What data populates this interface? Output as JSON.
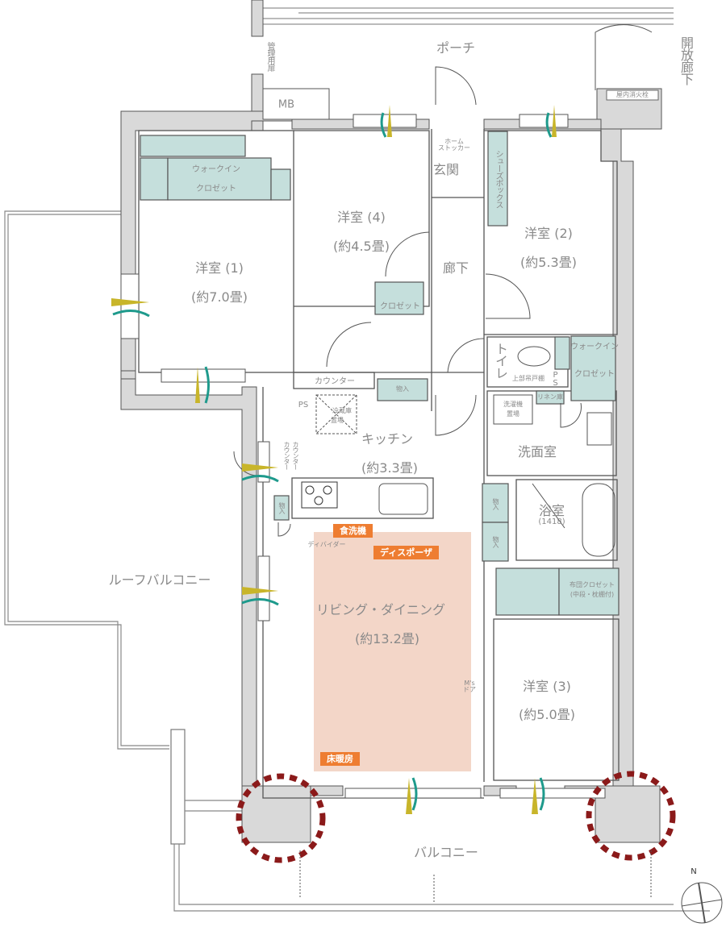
{
  "colors": {
    "wall_fill": "#d9d9d9",
    "wall_line": "#555555",
    "storage_fill": "#c5dfdc",
    "floor_heating": "#f3d6c8",
    "equipment_tag": "#ee7d31",
    "highlight_circle": "#8b1a1a",
    "light_arrow": "#c8b52a",
    "wind_arrow": "#1e9a8c",
    "label_text": "#8a8a8a"
  },
  "exterior": {
    "porch": "ポーチ",
    "open_corridor": "開放廊下",
    "admin_door": "管理用扉",
    "meter_box": "MB",
    "fire_hydrant": "屋内消火栓",
    "roof_balcony": "ルーフバルコニー",
    "balcony": "バルコニー"
  },
  "rooms": {
    "western1": {
      "name": "洋室 (1)",
      "size": "(約7.0畳)"
    },
    "western2": {
      "name": "洋室 (2)",
      "size": "(約5.3畳)"
    },
    "western3": {
      "name": "洋室 (3)",
      "size": "(約5.0畳)"
    },
    "western4": {
      "name": "洋室 (4)",
      "size": "(約4.5畳)"
    },
    "entrance": "玄関",
    "hallway": "廊下",
    "kitchen": {
      "name": "キッチン",
      "size": "(約3.3畳)"
    },
    "living": {
      "name": "リビング・ダイニング",
      "size": "(約13.2畳)"
    },
    "toilet": "トイレ",
    "washroom": "洗面室",
    "bathroom": {
      "name": "浴室",
      "size": "(1418)"
    }
  },
  "storage": {
    "wic1_line1": "ウォークイン",
    "wic1_line2": "クロゼット",
    "closet4": "クロゼット",
    "home_stocker": "ホーム\nストッカー",
    "shoes_box": "シューズボックス",
    "wic2_line1": "ウォークイン",
    "wic2_line2": "クロゼット",
    "upper_cabinet": "上部吊戸棚",
    "linen": "リネン庫",
    "futon_line1": "布団クロゼット",
    "futon_line2": "(中段・枕棚付)",
    "storage_hall": "物入",
    "storage_bath1": "物入",
    "storage_bath2": "物入",
    "storage_kitchen": "物入"
  },
  "fixtures": {
    "counter_top": "カウンター",
    "counter_side1": "カウンター",
    "counter_side2": "カウンター",
    "ps1": "PS",
    "ps2": "PS",
    "fridge_line1": "冷蔵庫",
    "fridge_line2": "置場",
    "washer_line1": "洗濯機",
    "washer_line2": "置場",
    "divider": "ディバイダー",
    "ms_door": "M's\nドア"
  },
  "tags": {
    "dishwasher": "食洗機",
    "disposer": "ディスポーザ",
    "floor_heating": "床暖房"
  },
  "compass": {
    "north": "N"
  }
}
